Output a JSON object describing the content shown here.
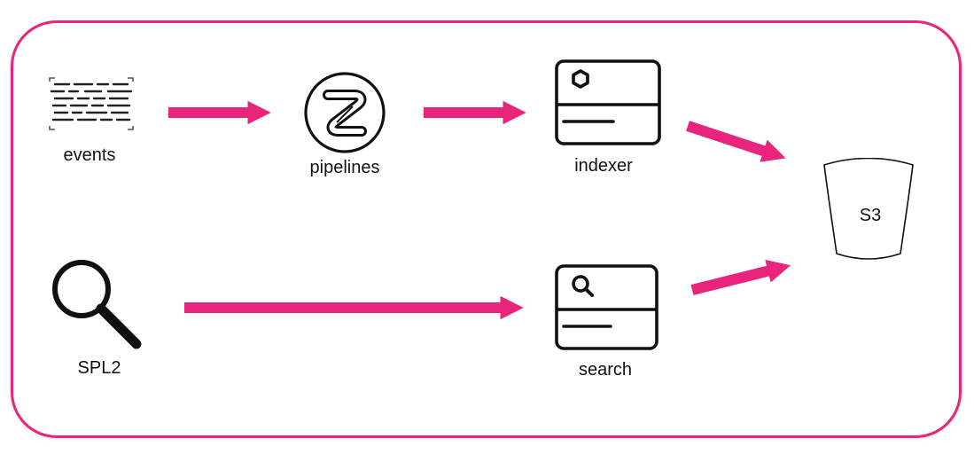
{
  "diagram": {
    "nodes": {
      "events": {
        "label": "events",
        "icon": "event-lines-icon"
      },
      "pipelines": {
        "label": "pipelines",
        "icon": "pipelines-z-icon"
      },
      "indexer": {
        "label": "indexer",
        "icon": "indexer-hexagon-card-icon"
      },
      "s3": {
        "label": "S3",
        "icon": "bucket-icon"
      },
      "spl2": {
        "label": "SPL2",
        "icon": "magnifier-icon"
      },
      "search": {
        "label": "search",
        "icon": "search-card-icon"
      }
    },
    "edges": [
      {
        "from": "events",
        "to": "pipelines"
      },
      {
        "from": "pipelines",
        "to": "indexer"
      },
      {
        "from": "indexer",
        "to": "s3"
      },
      {
        "from": "spl2",
        "to": "search"
      },
      {
        "from": "search",
        "to": "s3"
      }
    ],
    "colors": {
      "frame": "#e8247b",
      "arrow": "#e8247b",
      "icon_stroke": "#111111"
    }
  }
}
